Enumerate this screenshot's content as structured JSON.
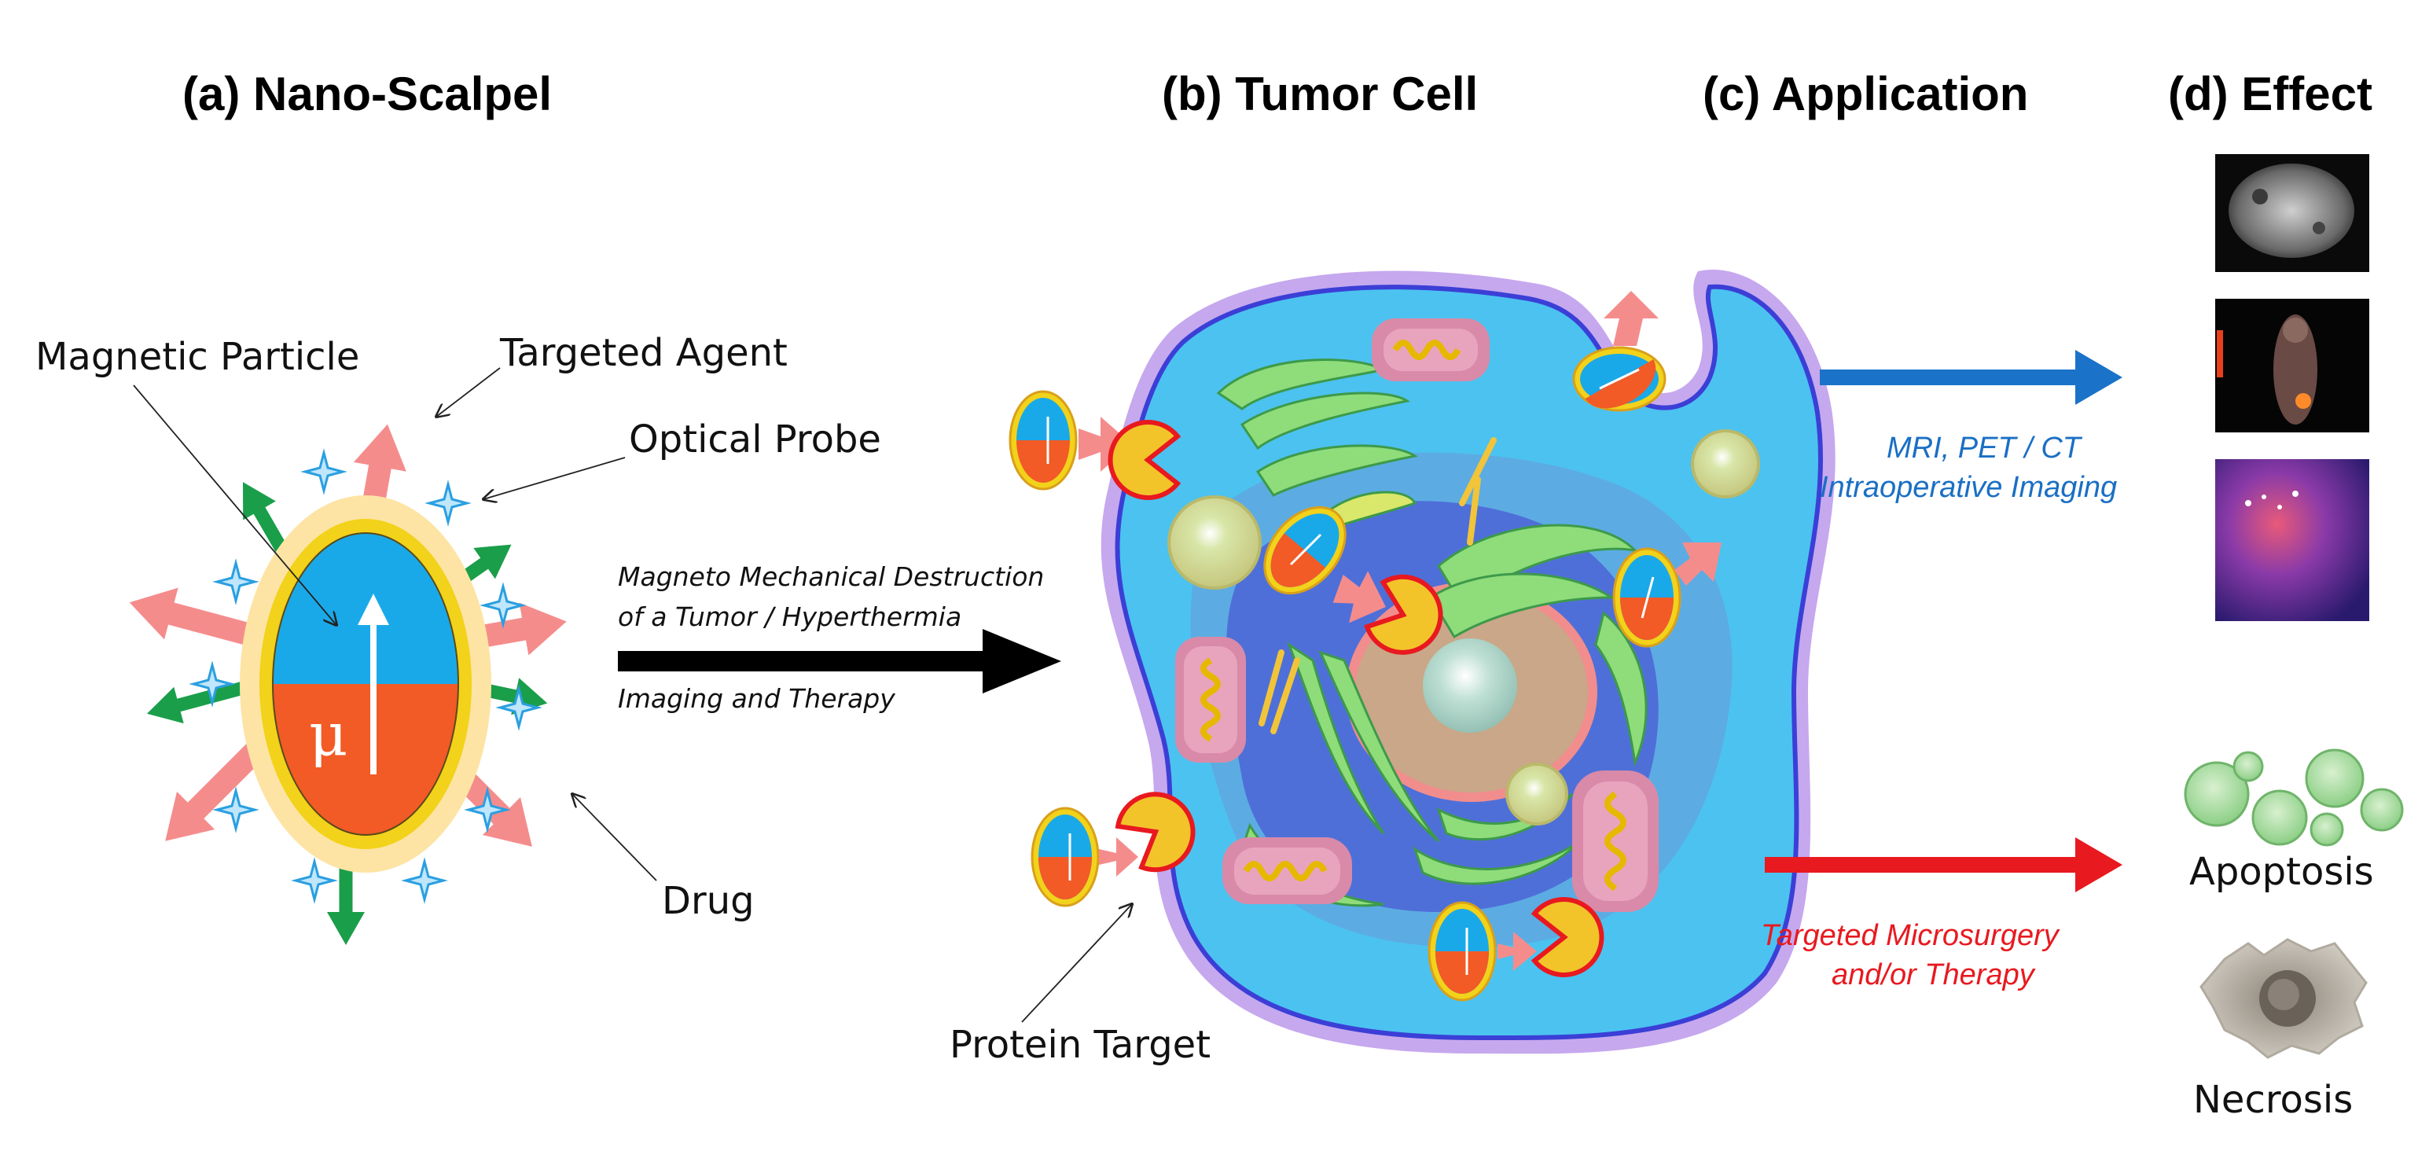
{
  "panels": {
    "a": "(a)  Nano-Scalpel",
    "b": "(b)  Tumor Cell",
    "c": "(c)  Application",
    "d": "(d) Effect"
  },
  "labels": {
    "magnetic_particle": "Magnetic Particle",
    "targeted_agent": "Targeted Agent",
    "optical_probe": "Optical Probe",
    "drug": "Drug",
    "protein_target": "Protein Target",
    "mu": "μ"
  },
  "arrow_text": {
    "line1": "Magneto Mechanical Destruction",
    "line2": "of a Tumor / Hyperthermia",
    "line3": "Imaging and Therapy"
  },
  "application": {
    "imaging_line1": "MRI, PET / CT",
    "imaging_line2": "Intraoperative Imaging",
    "therapy_line1": "Targeted Microsurgery",
    "therapy_line2": "and/or Therapy"
  },
  "effect": {
    "apoptosis": "Apoptosis",
    "necrosis": "Necrosis"
  },
  "colors": {
    "blue_arrow": "#1a73c8",
    "red_arrow": "#e8191f",
    "particle_blue": "#1aa9e8",
    "particle_red": "#f25a26",
    "shell_yellow": "#f7d46b",
    "agent_pink": "#f58c8c",
    "drug_green": "#1a9e4a",
    "cell_cytoplasm": "#4cc2f0",
    "cell_nucleus": "#4f6fd8",
    "nucleolus": "#c9a788"
  }
}
